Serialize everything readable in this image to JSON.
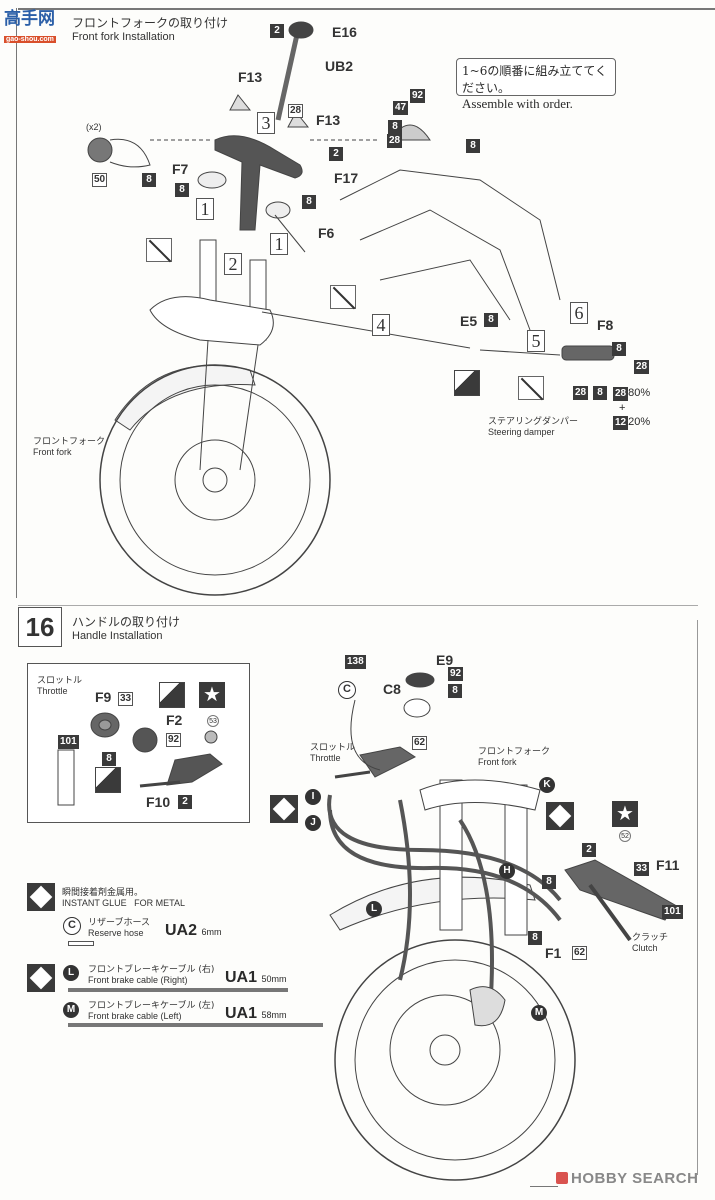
{
  "watermark": {
    "site_cn": "高手网",
    "site_domain": "gao-shou.com"
  },
  "step15": {
    "title_jp": "フロントフォークの取り付け",
    "title_en": "Front fork Installation",
    "order_note_jp": "1~6の順番に組み立ててください。",
    "order_note_en": "Assemble with order.",
    "parts": {
      "E16": "E16",
      "UB2": "UB2",
      "F13a": "F13",
      "F13b": "F13",
      "F17": "F17",
      "F7": "F7",
      "F6": "F6",
      "E5": "E5",
      "F8": "F8"
    },
    "color_codes": {
      "e16": "2",
      "ub2_28": "28",
      "f17_2": "2",
      "f17_8": "8",
      "f7_8": "8",
      "mirror_50": "50",
      "mirror_8": "8",
      "mirror_count": "(x2)",
      "cap_92": "92",
      "cap_47": "47",
      "cap_8a": "8",
      "cap_28": "28",
      "cap_8b": "8",
      "e5_8": "8",
      "f8_8": "8",
      "f8_28a": "28",
      "f8_28b": "28",
      "f8_8b": "8",
      "mix_28": "28",
      "mix_28_pct": "80%",
      "mix_plus": "+",
      "mix_12": "12",
      "mix_12_pct": "20%"
    },
    "steps": [
      "1",
      "1",
      "2",
      "3",
      "4",
      "5",
      "6"
    ],
    "front_fork_jp": "フロントフォーク",
    "front_fork_en": "Front fork",
    "steering_damper_jp": "ステアリングダンパー",
    "steering_damper_en": "Steering damper"
  },
  "step16": {
    "number": "16",
    "title_jp": "ハンドルの取り付け",
    "title_en": "Handle Installation",
    "inset": {
      "throttle_jp": "スロットル",
      "throttle_en": "Throttle",
      "parts": {
        "F9": "F9",
        "F2": "F2",
        "F10": "F10"
      },
      "codes": {
        "f9_33": "33",
        "f2_92": "92",
        "f2_8": "8",
        "f10_2": "2",
        "grip_101": "101",
        "decal_53": "53"
      }
    },
    "main": {
      "parts": {
        "E9": "E9",
        "C8": "C8",
        "F11": "F11",
        "F1": "F1"
      },
      "codes": {
        "hose_138": "138",
        "e9_92": "92",
        "c8_8": "8",
        "c8_62": "62",
        "r_2": "2",
        "r_8": "8",
        "r_33": "33",
        "r_101": "101",
        "f1_8": "8",
        "f1_62": "62",
        "decal_52": "52"
      },
      "callouts": {
        "C": "C",
        "I": "I",
        "J": "J",
        "K": "K",
        "H": "H",
        "L": "L",
        "M": "M"
      },
      "throttle_jp": "スロットル",
      "throttle_en": "Throttle",
      "front_fork_jp": "フロントフォーク",
      "front_fork_en": "Front fork",
      "clutch_jp": "クラッチ",
      "clutch_en": "Clutch"
    },
    "legend": {
      "glue_jp": "瞬間接着剤金属用。",
      "glue_en": "INSTANT GLUE   FOR METAL",
      "items": [
        {
          "callout": "C",
          "jp": "リザーブホース",
          "en": "Reserve hose",
          "part": "UA2",
          "length": "6mm"
        },
        {
          "callout": "L",
          "jp": "フロントブレーキケーブル (右)",
          "en": "Front brake cable (Right)",
          "part": "UA1",
          "length": "50mm"
        },
        {
          "callout": "M",
          "jp": "フロントブレーキケーブル (左)",
          "en": "Front brake cable (Left)",
          "part": "UA1",
          "length": "58mm"
        }
      ]
    }
  },
  "footer": {
    "brand": "HOBBY SEARCH",
    "brand_accent": "#d9534f"
  }
}
